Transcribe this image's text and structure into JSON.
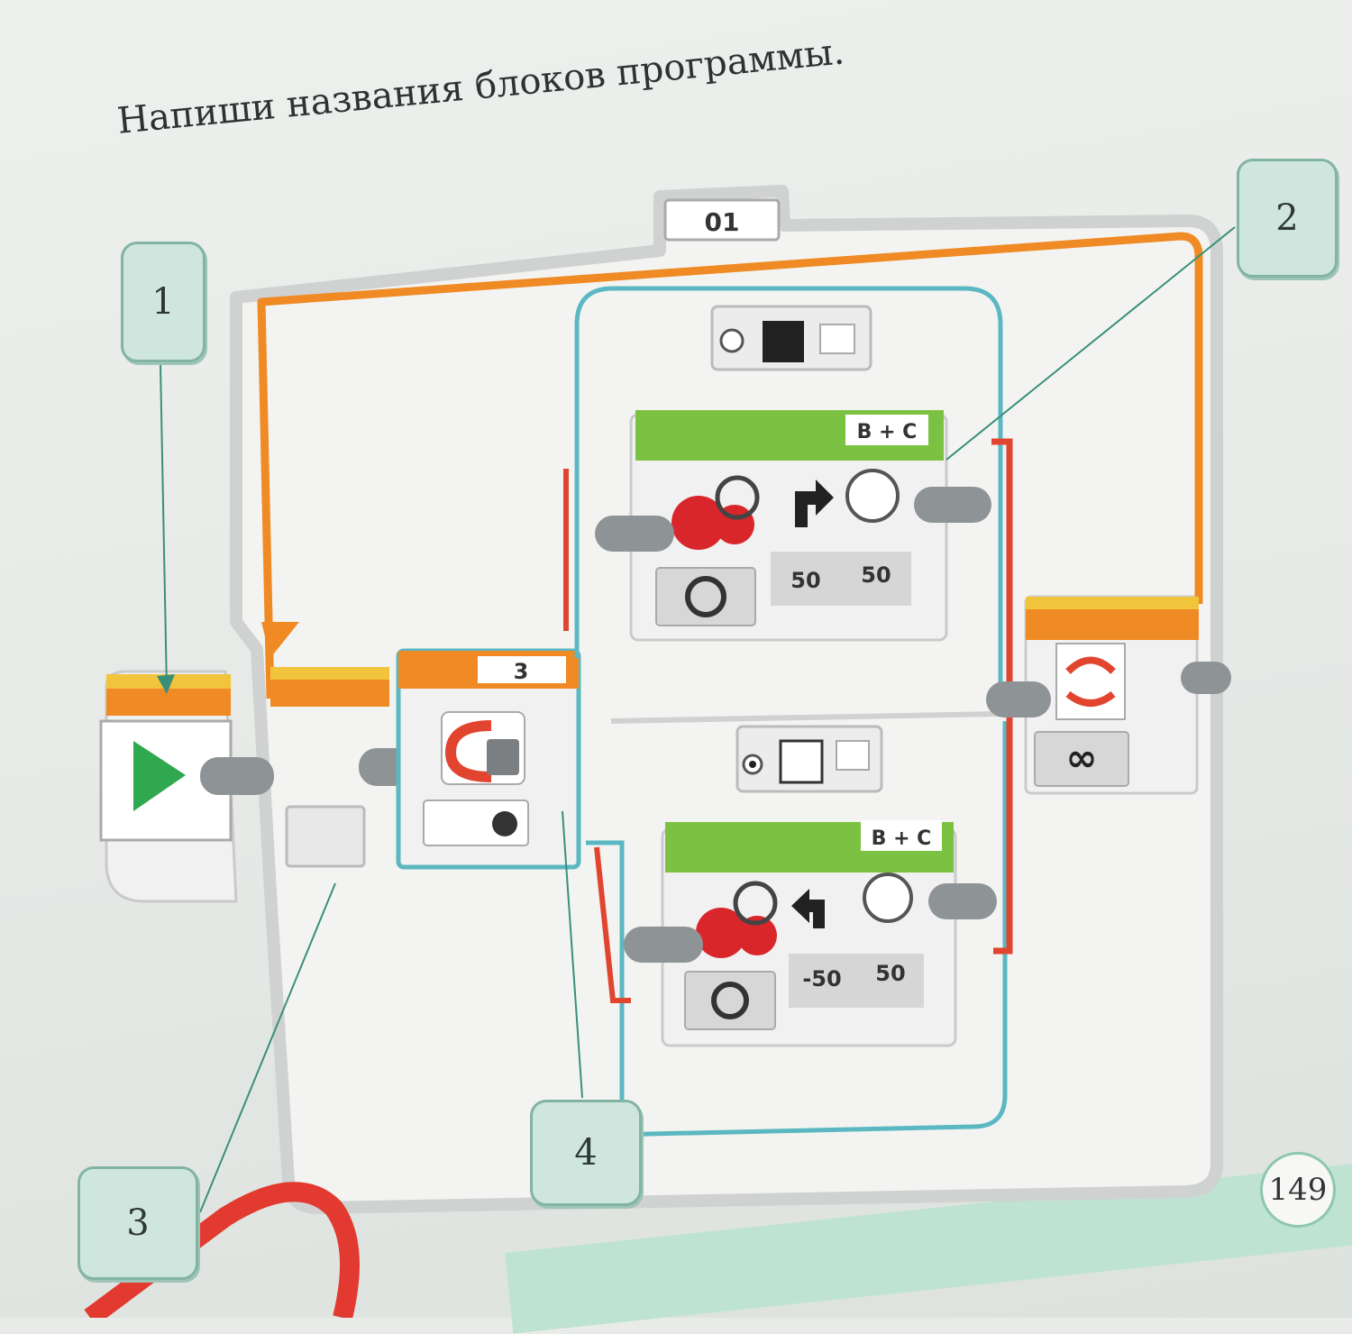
{
  "instruction": "Напиши названия блоков программы.",
  "callouts": [
    "1",
    "2",
    "3",
    "4"
  ],
  "loop_label": "01",
  "switch": {
    "condition_value": "3"
  },
  "case_true": {
    "ports": "B + C",
    "steering": "50",
    "power": "50"
  },
  "case_false": {
    "ports": "B + C",
    "steering": "-50",
    "power": "50"
  },
  "page_number": "149",
  "colors": {
    "callout_fill": "#cfe6de",
    "loop_orange": "#f08a24",
    "switch_teal": "#5bb8c2",
    "motor_green": "#7cc242",
    "wire_red": "#e2452f",
    "start_green": "#2fa84f"
  }
}
